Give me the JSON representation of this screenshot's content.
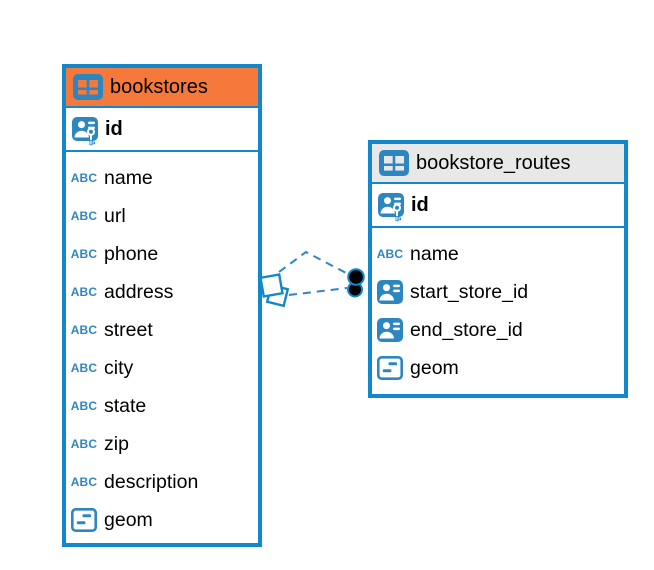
{
  "diagram": {
    "colors": {
      "table_border": "#1287C9",
      "selected_header_bg": "#F5793B",
      "default_header_bg": "#E9E8E8",
      "icon_blue": "#2E86C1",
      "relationship_line": "#2E86C1",
      "endpoint_dot": "#000000",
      "row_background": "#FFFFFF",
      "text": "#000000"
    },
    "tables": [
      {
        "title": "bookstores",
        "header_style": "selected",
        "key_row": {
          "name": "id",
          "icon": "primary-key-person-icon"
        },
        "columns": [
          {
            "name": "name",
            "icon": "text-type-icon",
            "type_label": "ABC"
          },
          {
            "name": "url",
            "icon": "text-type-icon",
            "type_label": "ABC"
          },
          {
            "name": "phone",
            "icon": "text-type-icon",
            "type_label": "ABC"
          },
          {
            "name": "address",
            "icon": "text-type-icon",
            "type_label": "ABC"
          },
          {
            "name": "street",
            "icon": "text-type-icon",
            "type_label": "ABC"
          },
          {
            "name": "city",
            "icon": "text-type-icon",
            "type_label": "ABC"
          },
          {
            "name": "state",
            "icon": "text-type-icon",
            "type_label": "ABC"
          },
          {
            "name": "zip",
            "icon": "text-type-icon",
            "type_label": "ABC"
          },
          {
            "name": "description",
            "icon": "text-type-icon",
            "type_label": "ABC"
          },
          {
            "name": "geom",
            "icon": "geometry-type-icon"
          }
        ]
      },
      {
        "title": "bookstore_routes",
        "header_style": "default",
        "key_row": {
          "name": "id",
          "icon": "primary-key-person-icon"
        },
        "columns": [
          {
            "name": "name",
            "icon": "text-type-icon",
            "type_label": "ABC"
          },
          {
            "name": "start_store_id",
            "icon": "reference-person-icon"
          },
          {
            "name": "end_store_id",
            "icon": "reference-person-icon"
          },
          {
            "name": "geom",
            "icon": "geometry-type-icon"
          }
        ]
      }
    ],
    "relationships": [
      {
        "from": "bookstores",
        "to": "bookstore_routes",
        "style": "dashed"
      },
      {
        "from": "bookstores",
        "to": "bookstore_routes",
        "style": "dashed"
      }
    ]
  }
}
